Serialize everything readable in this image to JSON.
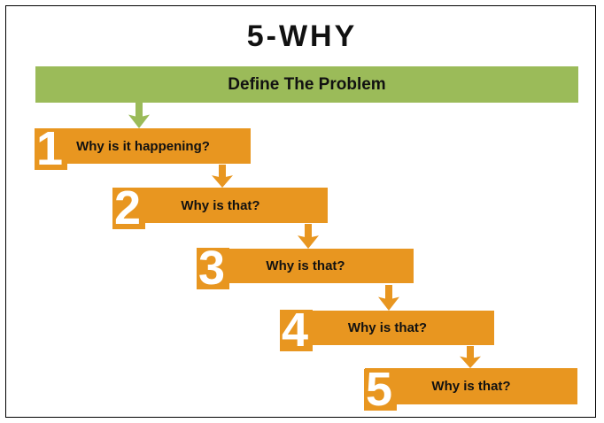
{
  "title": "5-WHY",
  "banner": {
    "label": "Define The Problem"
  },
  "steps": [
    {
      "number": "1",
      "label": "Why is it happening?"
    },
    {
      "number": "2",
      "label": "Why is that?"
    },
    {
      "number": "3",
      "label": "Why is that?"
    },
    {
      "number": "4",
      "label": "Why is that?"
    },
    {
      "number": "5",
      "label": "Why is that?"
    }
  ],
  "icons": {
    "banner_to_step1": "down-arrow",
    "between_steps": "down-arrow"
  },
  "colors": {
    "banner_green": "#9BBB59",
    "step_orange": "#E89620",
    "number_text": "#FFFFFF",
    "label_text": "#111111",
    "frame_border": "#000000",
    "background": "#FFFFFF"
  }
}
